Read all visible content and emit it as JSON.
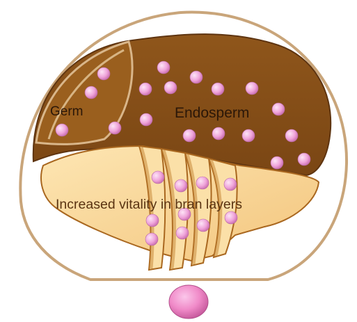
{
  "diagram": {
    "labels": {
      "germ": "Germ",
      "endosperm": "Endosperm",
      "bran": "Increased vitality in bran layers"
    },
    "colors": {
      "outline": "#c9a57a",
      "germ_fill": "#9a5f1e",
      "endosperm_fill": "#86501a",
      "bran_fill": "#f9d99a",
      "bran_edge": "#a9671f",
      "dot_fill": "#efa4da",
      "dot_legend": "#f08ac8",
      "label_dark": "#2b1708",
      "label_bran": "#5a3412"
    }
  }
}
